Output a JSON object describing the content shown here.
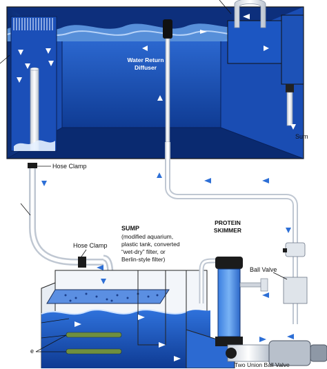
{
  "labels": {
    "water_return_diffuser": "Water Return\nDiffuser",
    "sump_partial": "Sum",
    "hose_clamp_top": "Hose Clamp",
    "hose_clamp_mid": "Hose Clamp",
    "sump_title": "SUMP",
    "sump_desc": "(modified aquarium,\nplastic tank, converted\n“wet-dry” filter, or\nBerlin-style filter)",
    "protein_skimmer": "PROTEIN\nSKIMMER",
    "ball_valve": "Ball Valve",
    "bottom_partial": "Two Union Ball Valve",
    "e_partial": "e"
  },
  "colors": {
    "water_dark": "#123a8c",
    "water_mid": "#1f5fc9",
    "water_light": "#5aa0ef",
    "pipe": "#e9edf2",
    "arrow_blue": "#2d6fd6",
    "arrow_white": "#ffffff"
  }
}
